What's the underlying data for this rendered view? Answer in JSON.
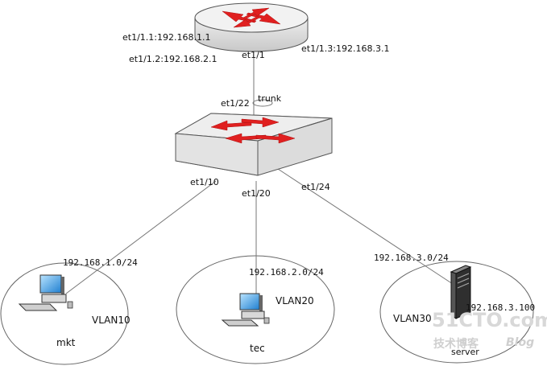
{
  "router": {
    "ports": {
      "p1": "et1/1.1:192.168.1.1",
      "p2": "et1/1.2:192.168.2.1",
      "p3": "et1/1.3:192.168.3.1",
      "uplink": "et1/1"
    }
  },
  "trunk": {
    "switch_port": "et1/22",
    "label": "trunk"
  },
  "switch": {
    "ports": {
      "p10": "et1/10",
      "p20": "et1/20",
      "p24": "et1/24"
    }
  },
  "segments": [
    {
      "subnet": "192.168.1.0/24",
      "vlan": "VLAN10",
      "host": "mkt"
    },
    {
      "subnet": "192.168.2.0/24",
      "vlan": "VLAN20",
      "host": "tec"
    },
    {
      "subnet": "192.168.3.0/24",
      "vlan": "VLAN30",
      "host": "server",
      "host_ip": "192.168.3.100"
    }
  ],
  "watermark": {
    "site": "51CTO.com",
    "tagline": "技术博客",
    "blog": "Blog"
  },
  "colors": {
    "device_body": "#e6e6e6",
    "device_outline": "#555555",
    "arrow_red": "#e02020",
    "link_line": "#777777"
  }
}
